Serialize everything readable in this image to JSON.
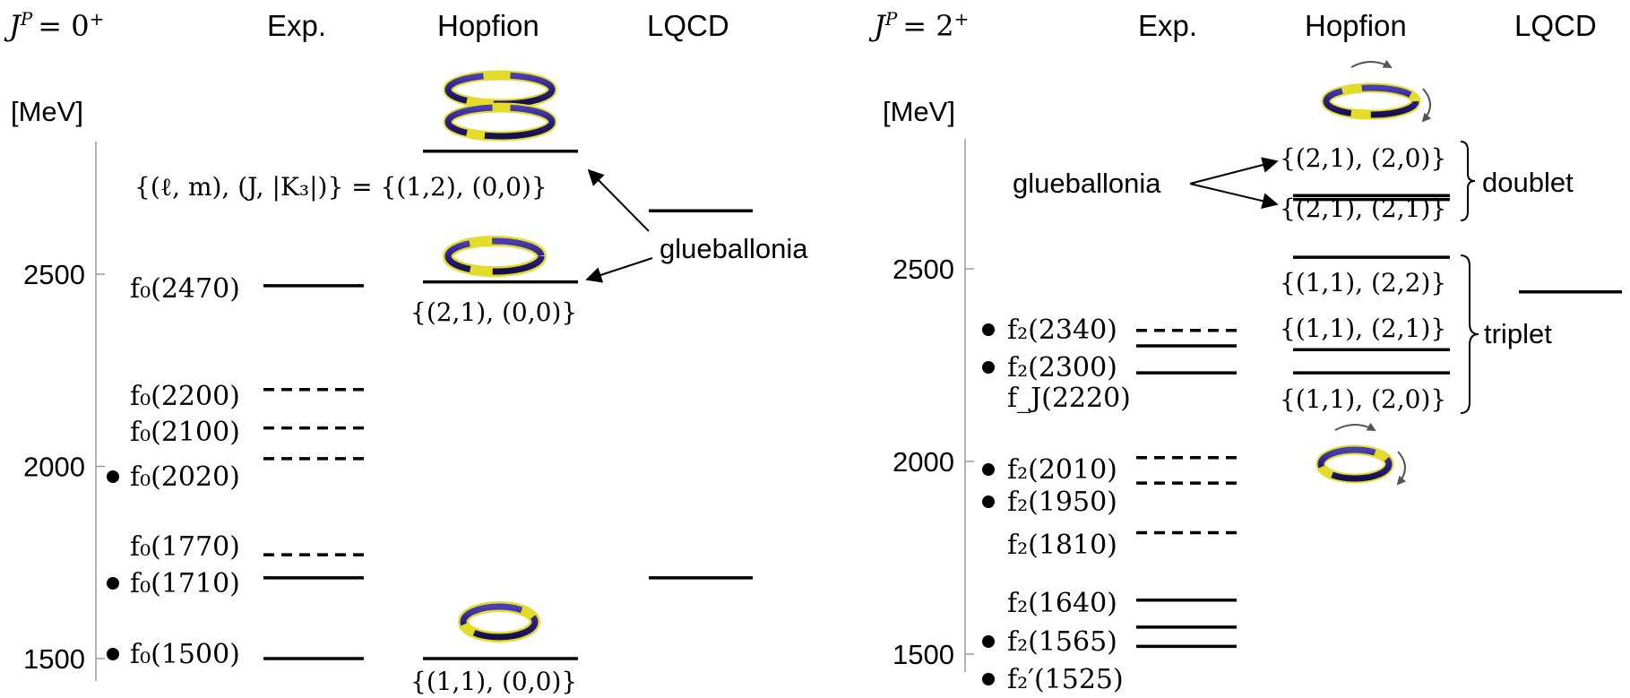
{
  "panels": [
    {
      "id": "left",
      "jp": {
        "label": "J",
        "sup": "P",
        "value": "= 0",
        "vsup": "+"
      },
      "columns": {
        "exp": "Exp.",
        "hopfion": "Hopfion",
        "lqcd": "LQCD"
      },
      "unit": "[MeV]",
      "axis": {
        "min": 1450,
        "max": 2850,
        "ticks": [
          1500,
          2000,
          2500
        ]
      },
      "exp_states": [
        {
          "label": "f₀(2470)",
          "mass": 2470,
          "style": "solid",
          "bullet": false
        },
        {
          "label": "f₀(2200)",
          "mass": 2200,
          "style": "dashed",
          "bullet": false
        },
        {
          "label": "f₀(2100)",
          "mass": 2100,
          "style": "dashed",
          "bullet": false
        },
        {
          "label": "f₀(2020)",
          "mass": 2020,
          "style": "dashed",
          "bullet": true
        },
        {
          "label": "f₀(1770)",
          "mass": 1770,
          "style": "dashed",
          "bullet": false
        },
        {
          "label": "f₀(1710)",
          "mass": 1710,
          "style": "solid",
          "bullet": true
        },
        {
          "label": "f₀(1500)",
          "mass": 1500,
          "style": "solid",
          "bullet": true
        }
      ],
      "hopfion_states": [
        {
          "label": "{(1,2), (0,0)}",
          "mass": 2820,
          "icon": "double-torus-icon"
        },
        {
          "label": "{(2,1), (0,0)}",
          "mass": 2480,
          "icon": "twisted-torus-icon"
        },
        {
          "label": "{(1,1), (0,0)}",
          "mass": 1500,
          "icon": "torus-icon"
        }
      ],
      "formula": "{(ℓ, m), (J, |K₃|)} = {(1,2), (0,0)}",
      "lqcd_states": [
        {
          "mass": 2665
        },
        {
          "mass": 1710
        }
      ],
      "glueballonia_label": "glueballonia"
    },
    {
      "id": "right",
      "jp": {
        "label": "J",
        "sup": "P",
        "value": "= 2",
        "vsup": "+"
      },
      "columns": {
        "exp": "Exp.",
        "hopfion": "Hopfion",
        "lqcd": "LQCD"
      },
      "unit": "[MeV]",
      "axis": {
        "min": 1450,
        "max": 2850,
        "ticks": [
          1500,
          2000,
          2500
        ]
      },
      "exp_states": [
        {
          "label": "f₂(2340)",
          "mass": 2340,
          "style": "dashed",
          "bullet": true
        },
        {
          "label": "f₂(2300)",
          "mass": 2300,
          "style": "solid",
          "bullet": true
        },
        {
          "label": "f_J(2220)",
          "mass": 2230,
          "style": "solid",
          "bullet": false
        },
        {
          "label": "f₂(2010)",
          "mass": 2010,
          "style": "dashed",
          "bullet": true
        },
        {
          "label": "f₂(1950)",
          "mass": 1944,
          "style": "dashed",
          "bullet": true
        },
        {
          "label": "f₂(1810)",
          "mass": 1815,
          "style": "dashed",
          "bullet": false
        },
        {
          "label": "f₂(1640)",
          "mass": 1640,
          "style": "solid",
          "bullet": false
        },
        {
          "label": "f₂(1565)",
          "mass": 1570,
          "style": "solid",
          "bullet": true
        },
        {
          "label": "f₂′(1525)",
          "mass": 1520,
          "style": "solid",
          "bullet": true
        }
      ],
      "doublet": {
        "labels": [
          "{(2,1), (2,0)}",
          "{(2,1), (2,1)}"
        ],
        "masses": [
          2690,
          2680
        ],
        "tag": "doublet"
      },
      "triplet": {
        "labels": [
          "{(1,1), (2,2)}",
          "{(1,1), (2,1)}",
          "{(1,1), (2,0)}"
        ],
        "masses": [
          2530,
          2290,
          2230
        ],
        "tag": "triplet"
      },
      "lqcd_states": [
        {
          "mass": 2440
        }
      ],
      "glueballonia_label": "glueballonia",
      "icons": [
        "rotating-twisted-torus-icon",
        "rotating-torus-icon"
      ]
    }
  ],
  "colors": {
    "torus_primary": "#2a1f86",
    "torus_secondary": "#e3dc2a",
    "line": "#000000",
    "axis": "#9a9a9a"
  }
}
